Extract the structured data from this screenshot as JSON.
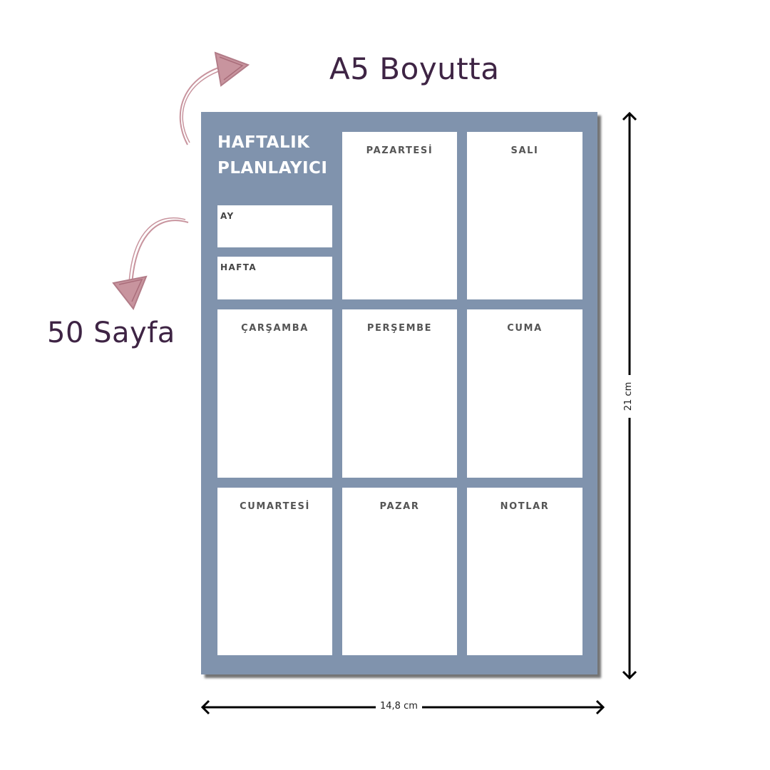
{
  "headline": {
    "size": "A5 Boyutta",
    "pages": "50 Sayfa"
  },
  "planner": {
    "title_line1": "HAFTALIK",
    "title_line2": "PLANLAYICI",
    "fields": {
      "month": "AY",
      "week": "HAFTA"
    },
    "days": {
      "monday": "PAZARTESİ",
      "tuesday": "SALI",
      "wednesday": "ÇARŞAMBA",
      "thursday": "PERŞEMBE",
      "friday": "CUMA",
      "saturday": "CUMARTESİ",
      "sunday": "PAZAR",
      "notes": "NOTLAR"
    },
    "background_color": "#8093ad"
  },
  "dimensions": {
    "height": "21 cm",
    "width": "14,8 cm"
  },
  "colors": {
    "headline": "#3e2444",
    "arrow": "#c8949e"
  },
  "icons": [
    "curved-arrow-icon",
    "curved-arrow-icon",
    "double-arrow-icon"
  ]
}
